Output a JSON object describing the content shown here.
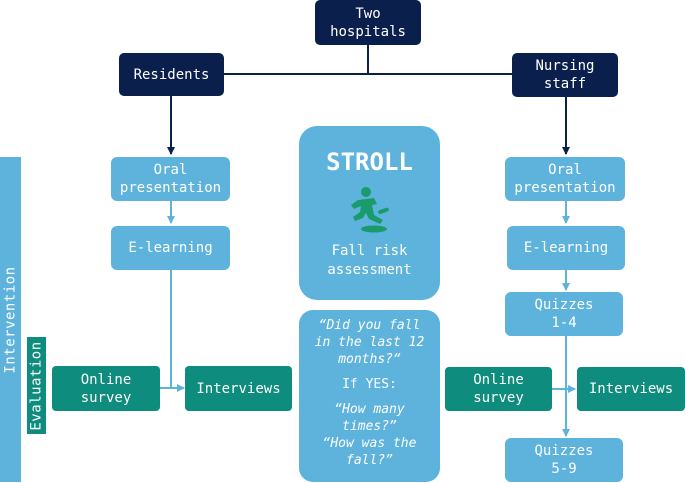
{
  "top": {
    "hospitals": "Two\nhospitals",
    "residents": "Residents",
    "nursing": "Nursing\nstaff"
  },
  "side": {
    "intervention": "Intervention",
    "evaluation": "Evaluation"
  },
  "left": {
    "oral": "Oral\npresentation",
    "elearning": "E-learning",
    "survey": "Online\nsurvey",
    "interviews": "Interviews"
  },
  "right": {
    "oral": "Oral\npresentation",
    "elearning": "E-learning",
    "quizzes1": "Quizzes\n1-4",
    "survey": "Online\nsurvey",
    "interviews": "Interviews",
    "quizzes2": "Quizzes\n5-9"
  },
  "stroll": {
    "title": "STROLL",
    "subtitle": "Fall risk\nassessment",
    "icon": "person-falling-icon"
  },
  "questions": {
    "q1": "“Did you fall\nin the last 12\nmonths?“",
    "ifyes": "If YES:",
    "q2": "“How many\ntimes?”",
    "q3": "“How was the\nfall?”"
  },
  "colors": {
    "navy": "#0b1f4d",
    "light_blue": "#5eb3dc",
    "teal": "#0e8c7d",
    "icon_green": "#1a9b6c"
  }
}
